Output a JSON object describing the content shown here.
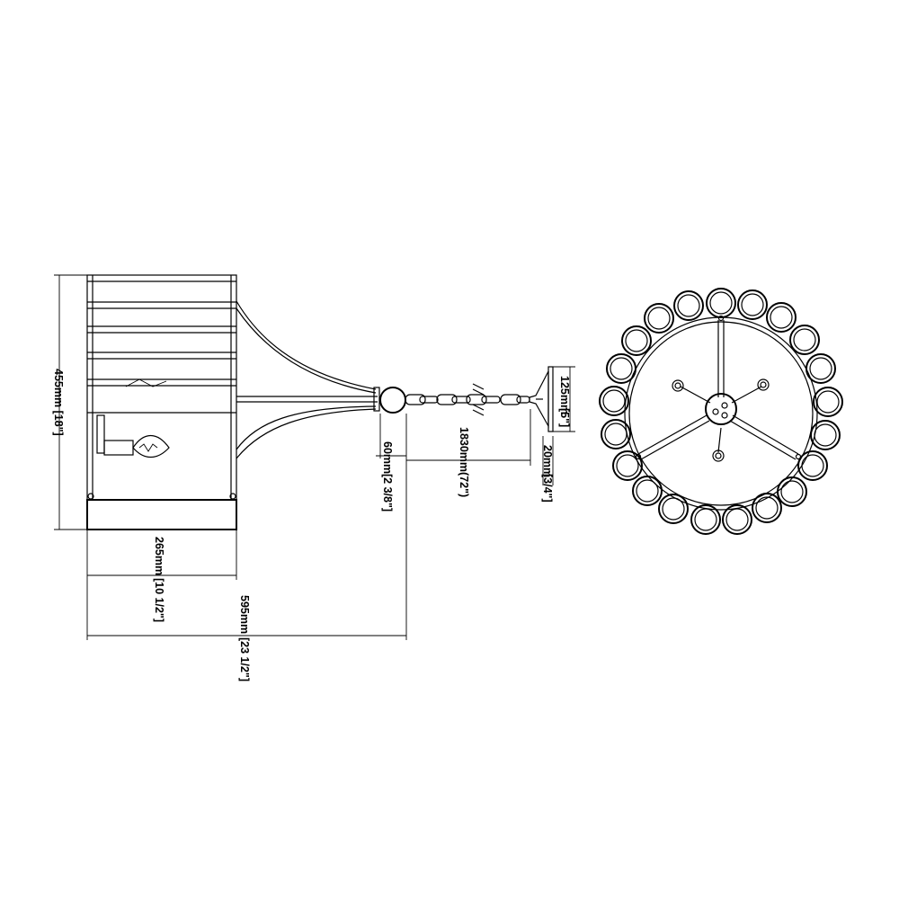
{
  "dimensions": {
    "height_total": "455mm [18\"]",
    "width_shade": "265mm",
    "width_shade_in": "[10 1/2\"]",
    "width_total": "595mm",
    "width_total_in": "[23 1/2\"]",
    "ring": "60mm",
    "ring_in": "[2 3/8\"]",
    "chain": "1830mm(72\")",
    "canopy_dia": "125mm",
    "canopy_dia_in": "[5\"]",
    "canopy_h": "20mm",
    "canopy_h_in": "[3/4\"]"
  }
}
